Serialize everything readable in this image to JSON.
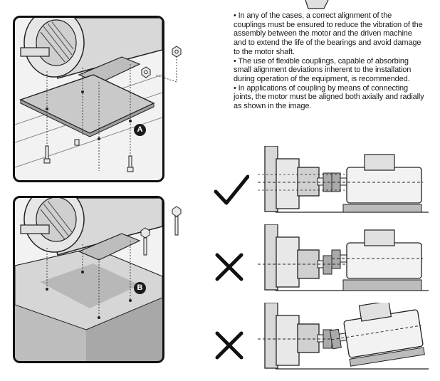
{
  "instructions": {
    "bullets": [
      "In any of the cases, a correct alignment of the couplings must be ensured to reduce the vibration of the assembly between the motor and the driven machine and to extend the life of the bearings and avoid damage to the motor shaft.",
      "The use of flexible couplings, capable of absorbing small alignment deviations inherent to the installation during operation of the equipment, is recommended.",
      "In applications of coupling by means of connecting joints, the motor must be aligned both axially and radially as shown in the image."
    ]
  },
  "figures": {
    "mounting_a": {
      "callout": "A"
    },
    "mounting_b": {
      "callout": "B"
    }
  },
  "alignment_examples": [
    {
      "result": "correct",
      "icon": "check-icon",
      "misalignment": "none"
    },
    {
      "result": "incorrect",
      "icon": "cross-icon",
      "misalignment": "radial-offset"
    },
    {
      "result": "incorrect",
      "icon": "cross-icon",
      "misalignment": "angular"
    }
  ],
  "colors": {
    "ink": "#1a1a1a",
    "panel_bg": "#f2f2f2",
    "floor": "#d9d9d9"
  }
}
